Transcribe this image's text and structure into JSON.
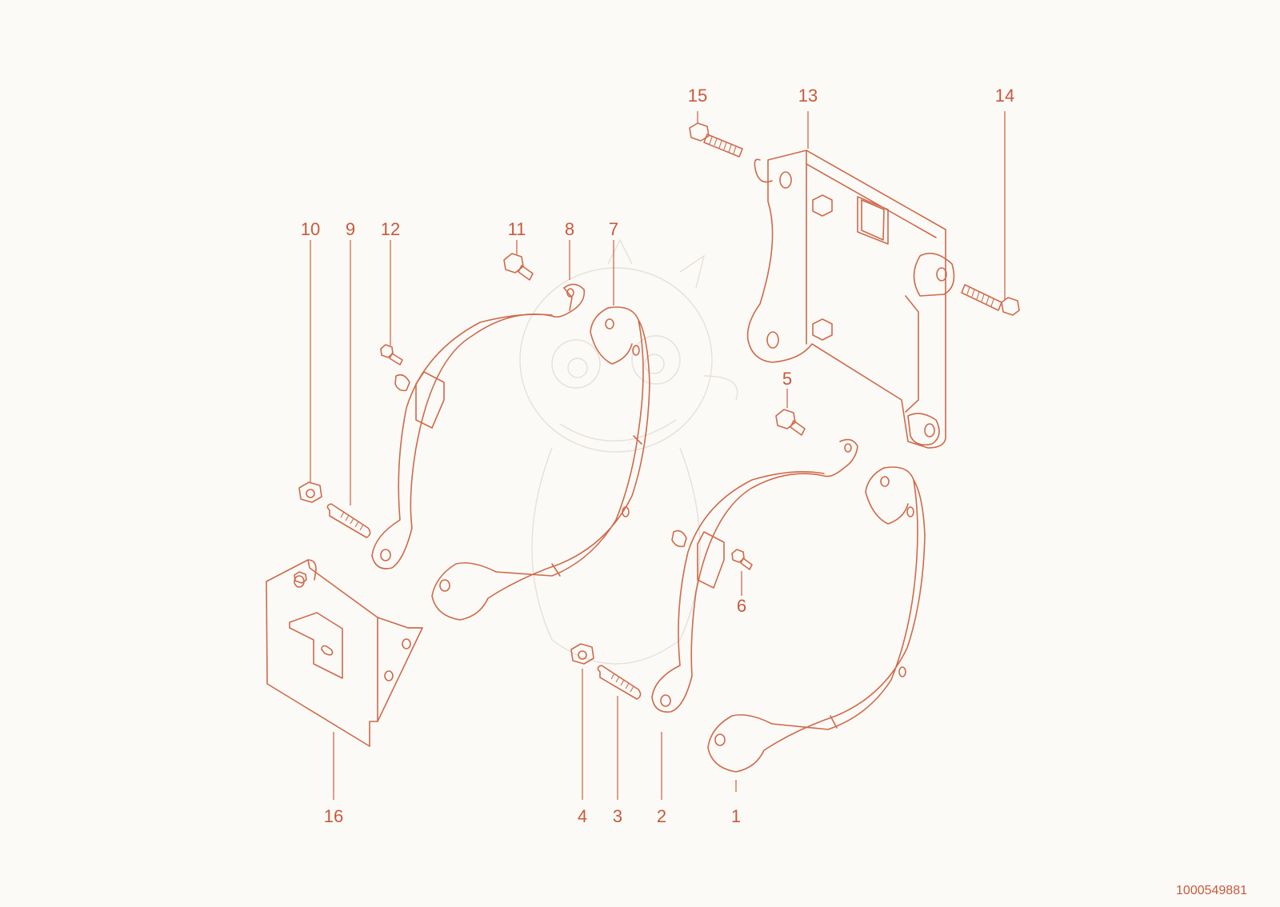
{
  "diagram": {
    "document_id": "1000549881",
    "callouts": [
      {
        "id": "1",
        "label": "1"
      },
      {
        "id": "2",
        "label": "2"
      },
      {
        "id": "3",
        "label": "3"
      },
      {
        "id": "4",
        "label": "4"
      },
      {
        "id": "5",
        "label": "5"
      },
      {
        "id": "6",
        "label": "6"
      },
      {
        "id": "7",
        "label": "7"
      },
      {
        "id": "8",
        "label": "8"
      },
      {
        "id": "9",
        "label": "9"
      },
      {
        "id": "10",
        "label": "10"
      },
      {
        "id": "11",
        "label": "11"
      },
      {
        "id": "12",
        "label": "12"
      },
      {
        "id": "13",
        "label": "13"
      },
      {
        "id": "14",
        "label": "14"
      },
      {
        "id": "15",
        "label": "15"
      },
      {
        "id": "16",
        "label": "16"
      }
    ],
    "colors": {
      "line": "#cf6a4a",
      "label": "#c9593a",
      "background": "#fcfaf7",
      "watermark": "#e6e0da"
    }
  }
}
